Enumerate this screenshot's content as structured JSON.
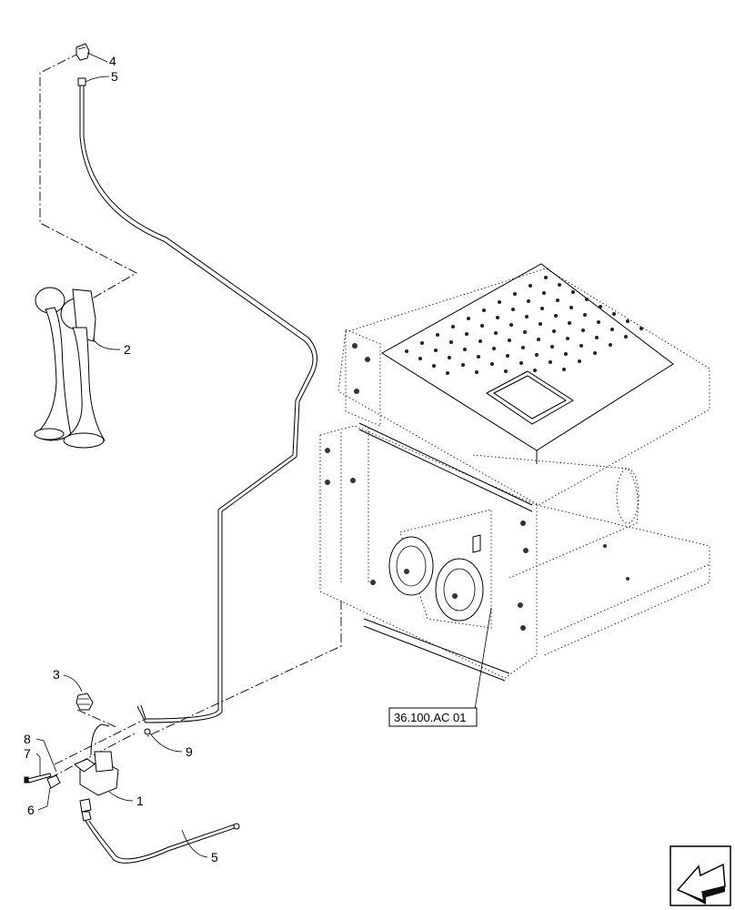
{
  "callouts": [
    {
      "id": "c1",
      "label": "1"
    },
    {
      "id": "c2",
      "label": "2"
    },
    {
      "id": "c3",
      "label": "3"
    },
    {
      "id": "c4",
      "label": "4"
    },
    {
      "id": "c5a",
      "label": "5"
    },
    {
      "id": "c5b",
      "label": "5"
    },
    {
      "id": "c6",
      "label": "6"
    },
    {
      "id": "c7",
      "label": "7"
    },
    {
      "id": "c8",
      "label": "8"
    },
    {
      "id": "c9",
      "label": "9"
    }
  ],
  "reference_box": {
    "label": "36.100.AC 01"
  },
  "icons": {
    "corner_arrow": "next-page-arrow-icon"
  }
}
